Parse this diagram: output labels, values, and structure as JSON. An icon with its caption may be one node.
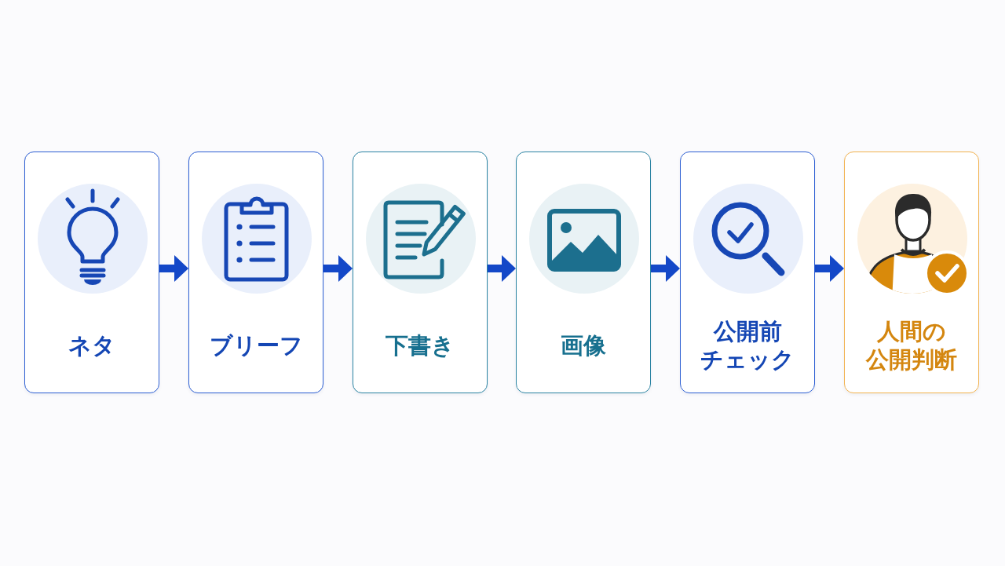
{
  "diagram": {
    "nodes": [
      {
        "text": [
          "ネタ"
        ]
      },
      {
        "text": [
          "ブリーフ"
        ]
      },
      {
        "text": [
          "下書き"
        ]
      },
      {
        "text": [
          "画像"
        ]
      },
      {
        "text": [
          "公開前チェック"
        ]
      },
      {
        "text": [
          "人間の公開判断"
        ]
      }
    ],
    "edges": [
      {
        "from": 0,
        "to": 1,
        "arrow": "to"
      },
      {
        "from": 1,
        "to": 2,
        "arrow": "to"
      },
      {
        "from": 2,
        "to": 3,
        "arrow": "to"
      },
      {
        "from": 3,
        "to": 4,
        "arrow": "to"
      },
      {
        "from": 4,
        "to": 5,
        "arrow": "to"
      }
    ]
  }
}
